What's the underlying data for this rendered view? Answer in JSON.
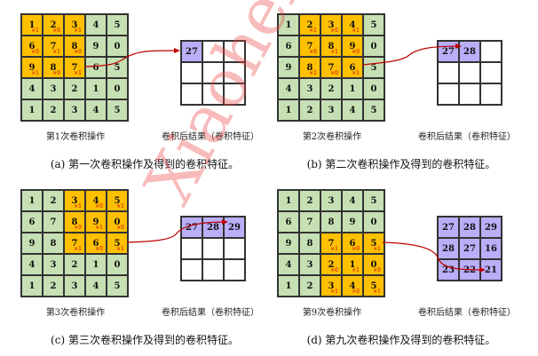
{
  "input_matrix": [
    [
      1,
      2,
      3,
      4,
      5
    ],
    [
      6,
      7,
      8,
      9,
      0
    ],
    [
      9,
      8,
      7,
      6,
      5
    ],
    [
      4,
      3,
      2,
      1,
      0
    ],
    [
      1,
      2,
      3,
      4,
      5
    ]
  ],
  "kernel": [
    [
      1,
      0,
      1
    ],
    [
      0,
      1,
      0
    ],
    [
      1,
      0,
      1
    ]
  ],
  "kernel_prefix": "×",
  "result_matrix": [
    [
      27,
      28,
      29
    ],
    [
      28,
      27,
      16
    ],
    [
      23,
      22,
      21
    ]
  ],
  "result_label": "卷积后结果（卷积特征）",
  "colors": {
    "input": "#c6e0b4",
    "window": "#ffc000",
    "result": "#b9aef8",
    "weight": "#c00000",
    "arrow": "#c00000"
  },
  "panels": [
    {
      "step_label": "第1次卷积操作",
      "caption": "(a) 第一次卷积操作及得到的卷积特征。",
      "window_row": 0,
      "window_col": 0,
      "filled": 1
    },
    {
      "step_label": "第2次卷积操作",
      "caption": "(b) 第二次卷积操作及得到的卷积特征。",
      "window_row": 0,
      "window_col": 1,
      "filled": 2
    },
    {
      "step_label": "第3次卷积操作",
      "caption": "(c) 第三次卷积操作及得到的卷积特征。",
      "window_row": 0,
      "window_col": 2,
      "filled": 3
    },
    {
      "step_label": "第9次卷积操作",
      "caption": "(d) 第九次卷积操作及得到的卷积特征。",
      "window_row": 2,
      "window_col": 2,
      "filled": 9
    }
  ],
  "watermark": "Xiaohei WL"
}
